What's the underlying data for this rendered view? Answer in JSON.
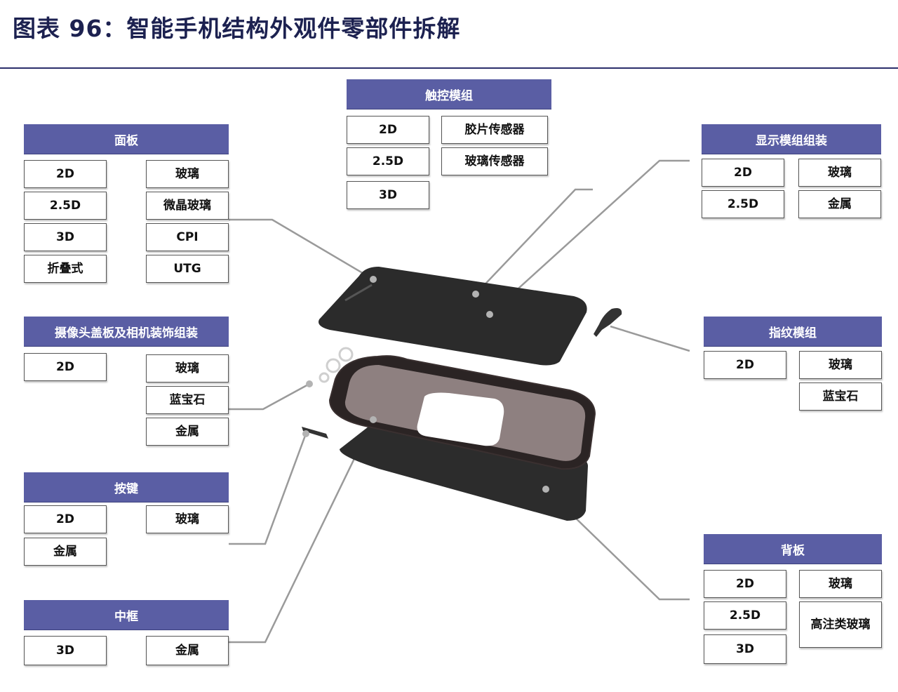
{
  "title": "图表 96：智能手机结构外观件零部件拆解",
  "groups": {
    "touch": {
      "header": "触控模组",
      "items": [
        "2D",
        "2.5D",
        "3D",
        "胶片传感器",
        "玻璃传感器"
      ]
    },
    "panel": {
      "header": "面板",
      "items": [
        "2D",
        "2.5D",
        "3D",
        "折叠式",
        "玻璃",
        "微晶玻璃",
        "CPI",
        "UTG"
      ]
    },
    "display": {
      "header": "显示模组组装",
      "items": [
        "2D",
        "2.5D",
        "玻璃",
        "金属"
      ]
    },
    "camera": {
      "header": "摄像头盖板及相机装饰组装",
      "items": [
        "2D",
        "玻璃",
        "蓝宝石",
        "金属"
      ]
    },
    "fingerprint": {
      "header": "指纹模组",
      "items": [
        "2D",
        "玻璃",
        "蓝宝石"
      ]
    },
    "button": {
      "header": "按键",
      "items": [
        "2D",
        "金属",
        "玻璃"
      ]
    },
    "frame": {
      "header": "中框",
      "items": [
        "3D",
        "金属"
      ]
    },
    "back": {
      "header": "背板",
      "items": [
        "2D",
        "2.5D",
        "3D",
        "玻璃",
        "高注类玻璃"
      ]
    }
  },
  "colors": {
    "header_bg": "#5a5ea4",
    "title": "#1c2150",
    "rule": "#2b2f6b"
  }
}
